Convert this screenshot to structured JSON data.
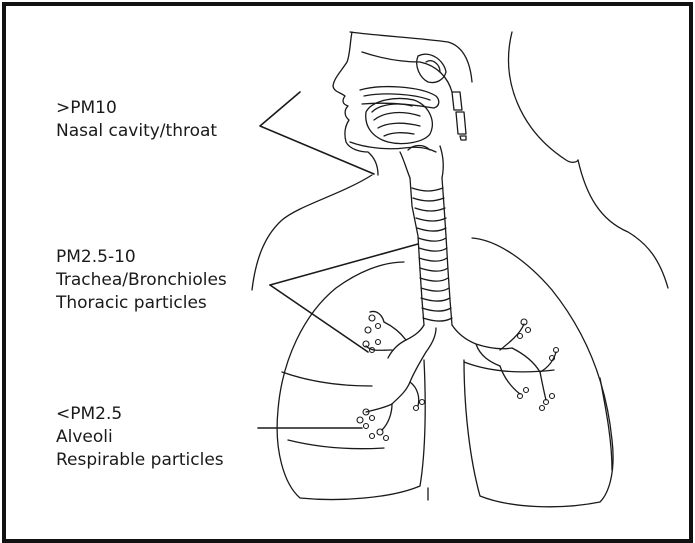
{
  "annotations": [
    {
      "id": "pm10",
      "size_class": ">PM10",
      "region": "Nasal cavity/throat",
      "note": ""
    },
    {
      "id": "pm25_10",
      "size_class": "PM2.5-10",
      "region": "Trachea/Bronchioles",
      "note": "Thoracic particles"
    },
    {
      "id": "pm25",
      "size_class": "<PM2.5",
      "region": "Alveoli",
      "note": "Respirable particles"
    }
  ],
  "colors": {
    "line": "#1a1a1a",
    "frame": "#111111",
    "background": "#ffffff"
  }
}
